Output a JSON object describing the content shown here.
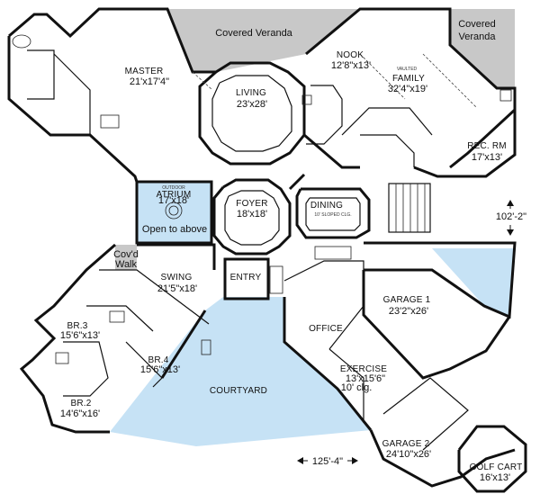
{
  "rooms": {
    "covered_veranda_1": {
      "name": "Covered Veranda"
    },
    "covered_veranda_2": {
      "name_line1": "Covered",
      "name_line2": "Veranda"
    },
    "master": {
      "name": "MASTER",
      "dim": "21'x17'4\""
    },
    "nook": {
      "name": "NOOK",
      "dim": "12'8\"x13'"
    },
    "family": {
      "note": "VAULTED",
      "name": "FAMILY",
      "dim": "32'4\"x19'"
    },
    "living": {
      "name": "LIVING",
      "dim": "23'x28'"
    },
    "rec_rm": {
      "name": "REC. RM",
      "dim": "17'x13'"
    },
    "atrium": {
      "note": "OUTDOOR",
      "name": "ATRIUM",
      "dim": "17'x18'",
      "open": "Open to above"
    },
    "foyer": {
      "name": "FOYER",
      "dim": "18'x18'"
    },
    "dining": {
      "name": "DINING",
      "note": "10' SLOPED CLG."
    },
    "covd_walk": {
      "line1": "Cov'd",
      "line2": "Walk"
    },
    "swing": {
      "name": "SWING",
      "dim": "21'5\"x18'"
    },
    "entry": {
      "name": "ENTRY"
    },
    "garage_1": {
      "name": "GARAGE 1",
      "dim": "23'2\"x26'"
    },
    "br3": {
      "name": "BR.3",
      "dim": "15'6\"x13'"
    },
    "office": {
      "name": "OFFICE"
    },
    "br4": {
      "name": "BR.4",
      "dim": "15'6\"x13'"
    },
    "exercise": {
      "name": "EXERCISE",
      "dim": "13'x15'6\"",
      "note": "10' clg."
    },
    "courtyard": {
      "name": "COURTYARD"
    },
    "br2": {
      "name": "BR.2",
      "dim": "14'6\"x16'"
    },
    "garage_2": {
      "name": "GARAGE 2",
      "dim": "24'10\"x26'"
    },
    "golf_cart": {
      "name": "GOLF CART",
      "dim": "16'x13'"
    }
  },
  "dimensions": {
    "depth": "102'-2\"",
    "width": "125'-4\""
  },
  "colors": {
    "veranda_fill": "#c8c8c8",
    "outdoor_fill": "#c6e2f5",
    "wall": "#111111",
    "background": "#ffffff"
  }
}
